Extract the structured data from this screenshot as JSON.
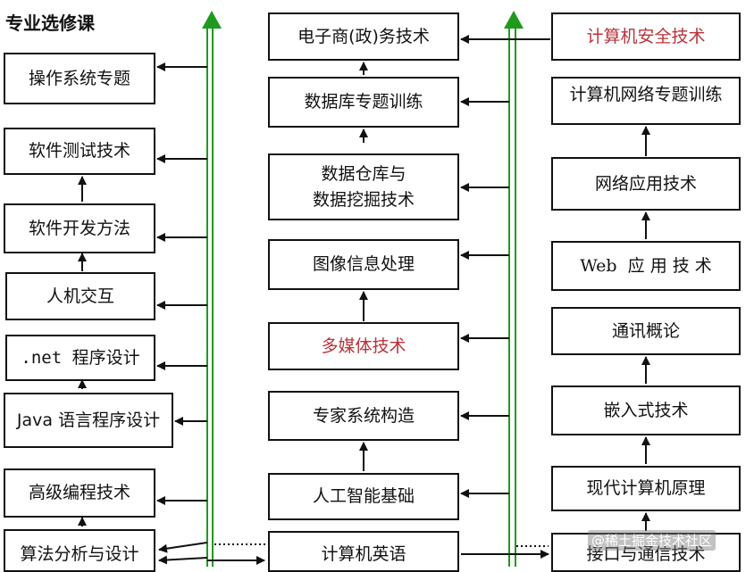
{
  "heading": "专业选修课",
  "watermark": "@稀土掘金技术社区",
  "colors": {
    "line": "#111111",
    "accent_arrow": "#1f9a1f",
    "red_text": "#b8333a"
  },
  "left_column": [
    "操作系统专题",
    "软件测试技术",
    "软件开发方法",
    "人机交互",
    ".net 程序设计",
    "Java 语言程序设计",
    "高级编程技术",
    "算法分析与设计"
  ],
  "middle_column": [
    "电子商(政)务技术",
    "数据库专题训练",
    "数据仓库与",
    "数据挖掘技术",
    "图像信息处理",
    "多媒体技术",
    "专家系统构造",
    "人工智能基础",
    "计算机英语"
  ],
  "right_column": [
    "计算机安全技术",
    "计算机网络专题训练",
    "网络应用技术",
    "Web  应 用 技 术",
    "通讯概论",
    "嵌入式技术",
    "现代计算机原理",
    "接口与通信技术"
  ]
}
